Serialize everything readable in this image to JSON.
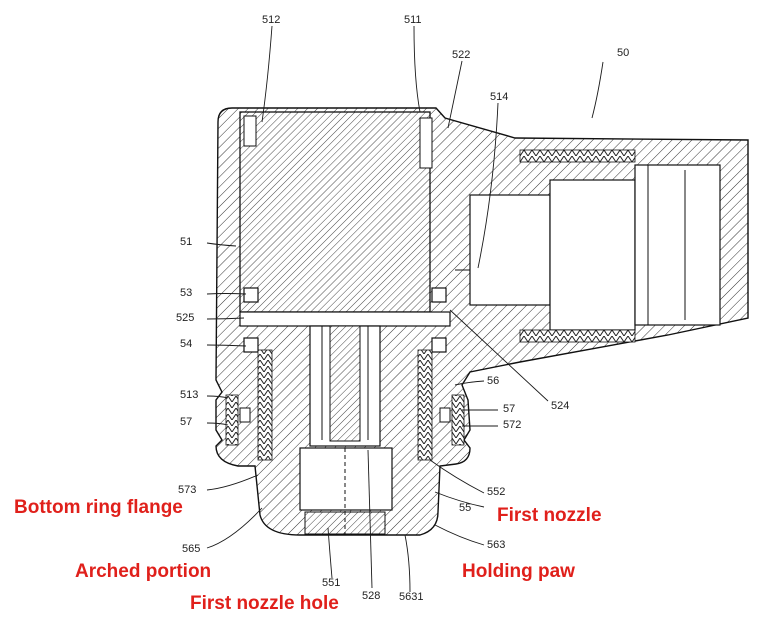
{
  "refs": {
    "r50": "50",
    "r511": "511",
    "r512": "512",
    "r522": "522",
    "r514": "514",
    "r51": "51",
    "r53": "53",
    "r525": "525",
    "r54": "54",
    "r513": "513",
    "r57a": "57",
    "r573": "573",
    "r565": "565",
    "r551": "551",
    "r528": "528",
    "r5631": "5631",
    "r563": "563",
    "r55": "55",
    "r552": "552",
    "r56": "56",
    "r524": "524",
    "r57b": "57",
    "r572": "572"
  },
  "callouts": {
    "bottom_ring_flange": "Bottom ring flange",
    "arched_portion": "Arched portion",
    "first_nozzle_hole": "First nozzle hole",
    "first_nozzle": "First nozzle",
    "holding_paw": "Holding paw"
  },
  "colors": {
    "callout": "#e0201b",
    "line": "#1a1a1a"
  }
}
